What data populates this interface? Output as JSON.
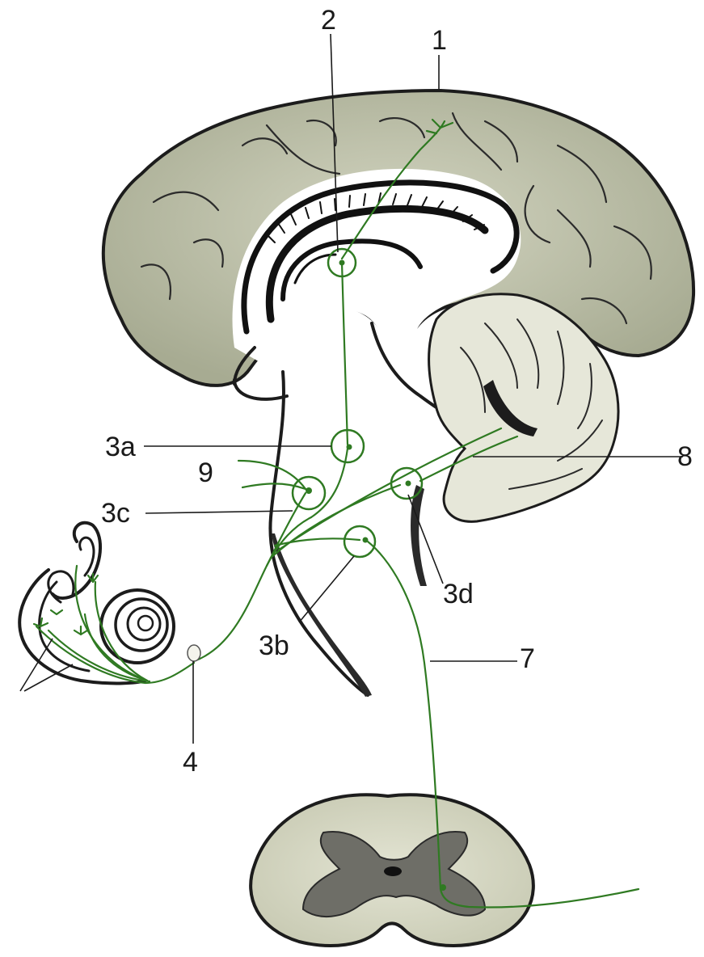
{
  "labels": {
    "l1": "1",
    "l2": "2",
    "l3a": "3a",
    "l3b": "3b",
    "l3c": "3c",
    "l3d": "3d",
    "l4": "4",
    "l7": "7",
    "l8": "8",
    "l9": "9"
  },
  "colors": {
    "brain_fill": "#b9bca5",
    "brain_light": "#d9dbc8",
    "cerebellum_fill": "#e2e3d4",
    "outline": "#1c1c1c",
    "pathway": "#2f7a22",
    "grey_matter": "#6b6b64",
    "white_matter": "#d8dac7"
  }
}
